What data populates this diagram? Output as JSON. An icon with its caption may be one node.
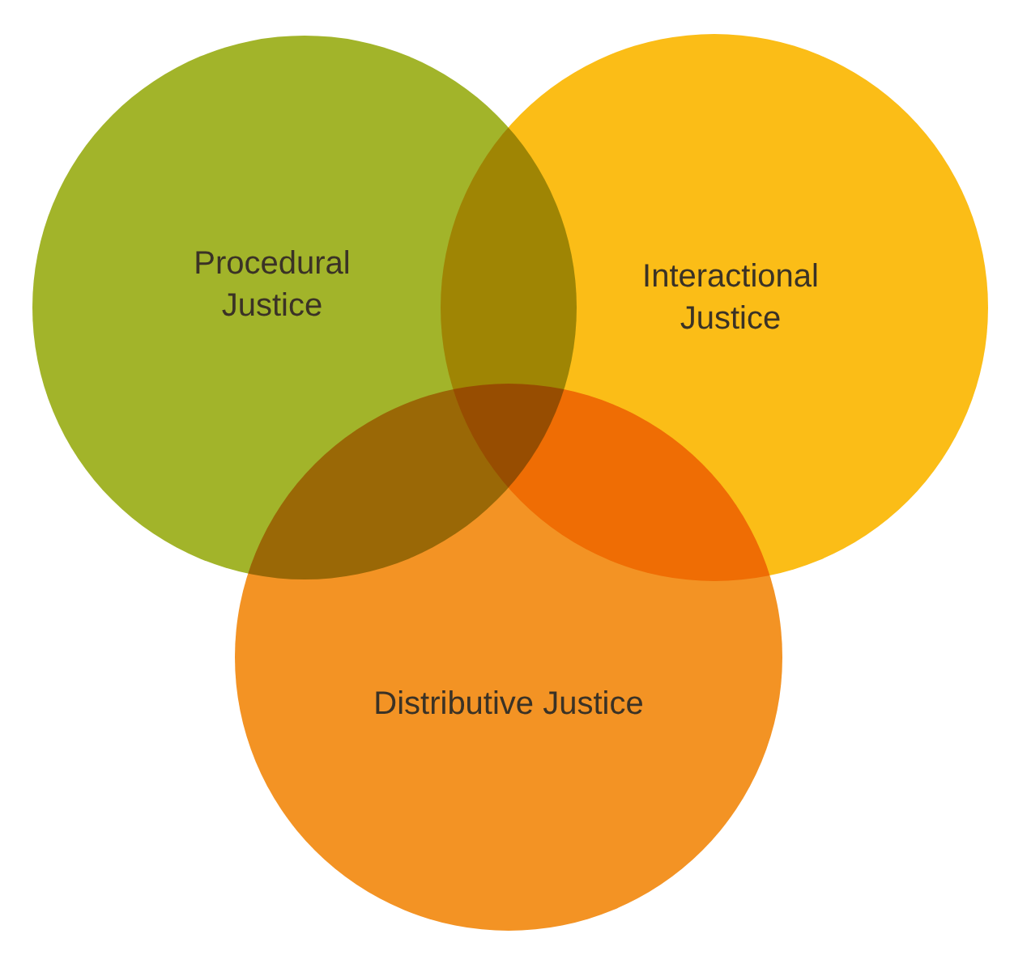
{
  "diagram": {
    "nodes": [
      {
        "text": [
          "Procedural Justice"
        ]
      },
      {
        "text": [
          "Interactional Justice"
        ]
      },
      {
        "text": [
          "Distributive Justice"
        ]
      }
    ]
  }
}
